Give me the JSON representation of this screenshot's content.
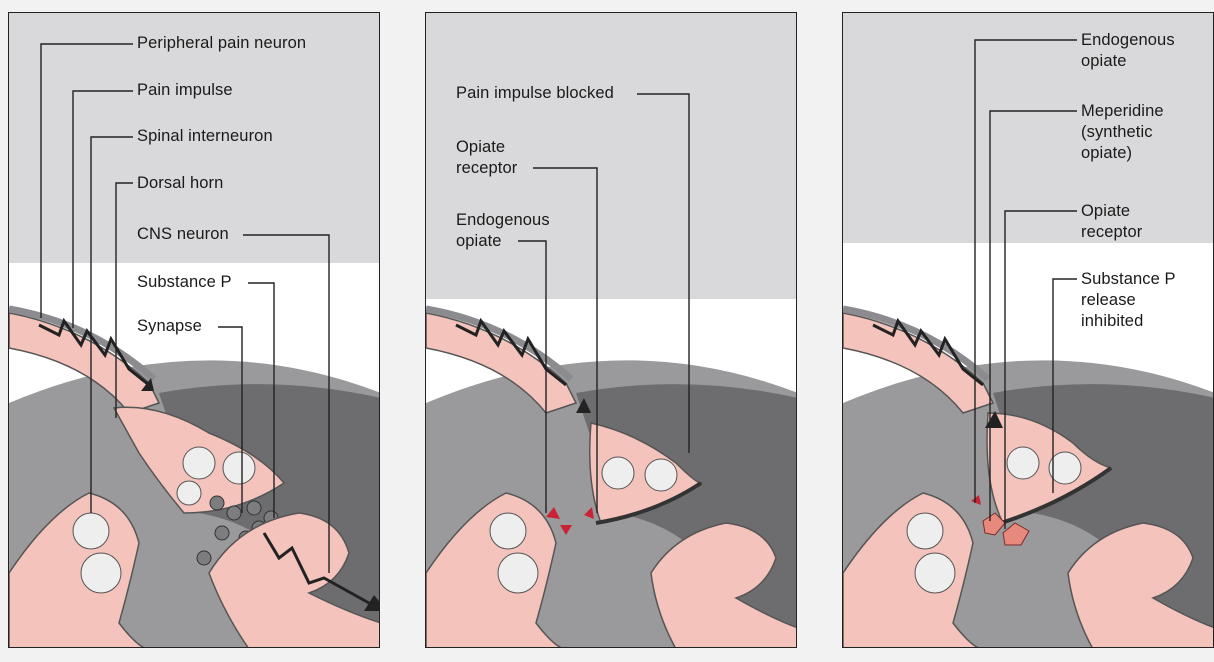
{
  "panels": [
    {
      "labels": {
        "peripheral_pain_neuron": "Peripheral pain neuron",
        "pain_impulse": "Pain impulse",
        "spinal_interneuron": "Spinal interneuron",
        "dorsal_horn": "Dorsal horn",
        "cns_neuron": "CNS neuron",
        "substance_p": "Substance P",
        "synapse": "Synapse"
      }
    },
    {
      "labels": {
        "pain_impulse_blocked": "Pain impulse blocked",
        "opiate_receptor": "Opiate\nreceptor",
        "endogenous_opiate": "Endogenous\nopiate"
      }
    },
    {
      "labels": {
        "endogenous_opiate": "Endogenous\nopiate",
        "meperidine": "Meperidine\n(synthetic\nopiate)",
        "opiate_receptor": "Opiate\nreceptor",
        "substance_p_release_inhibited": "Substance P\nrelease\ninhibited"
      }
    }
  ],
  "colors": {
    "background_gray": "#d9d9db",
    "neuron_pink": "#f4c3bb",
    "cord_gray": "#9a9a9d",
    "dark_gray": "#6d6d70",
    "opiate_red": "#c82434"
  }
}
